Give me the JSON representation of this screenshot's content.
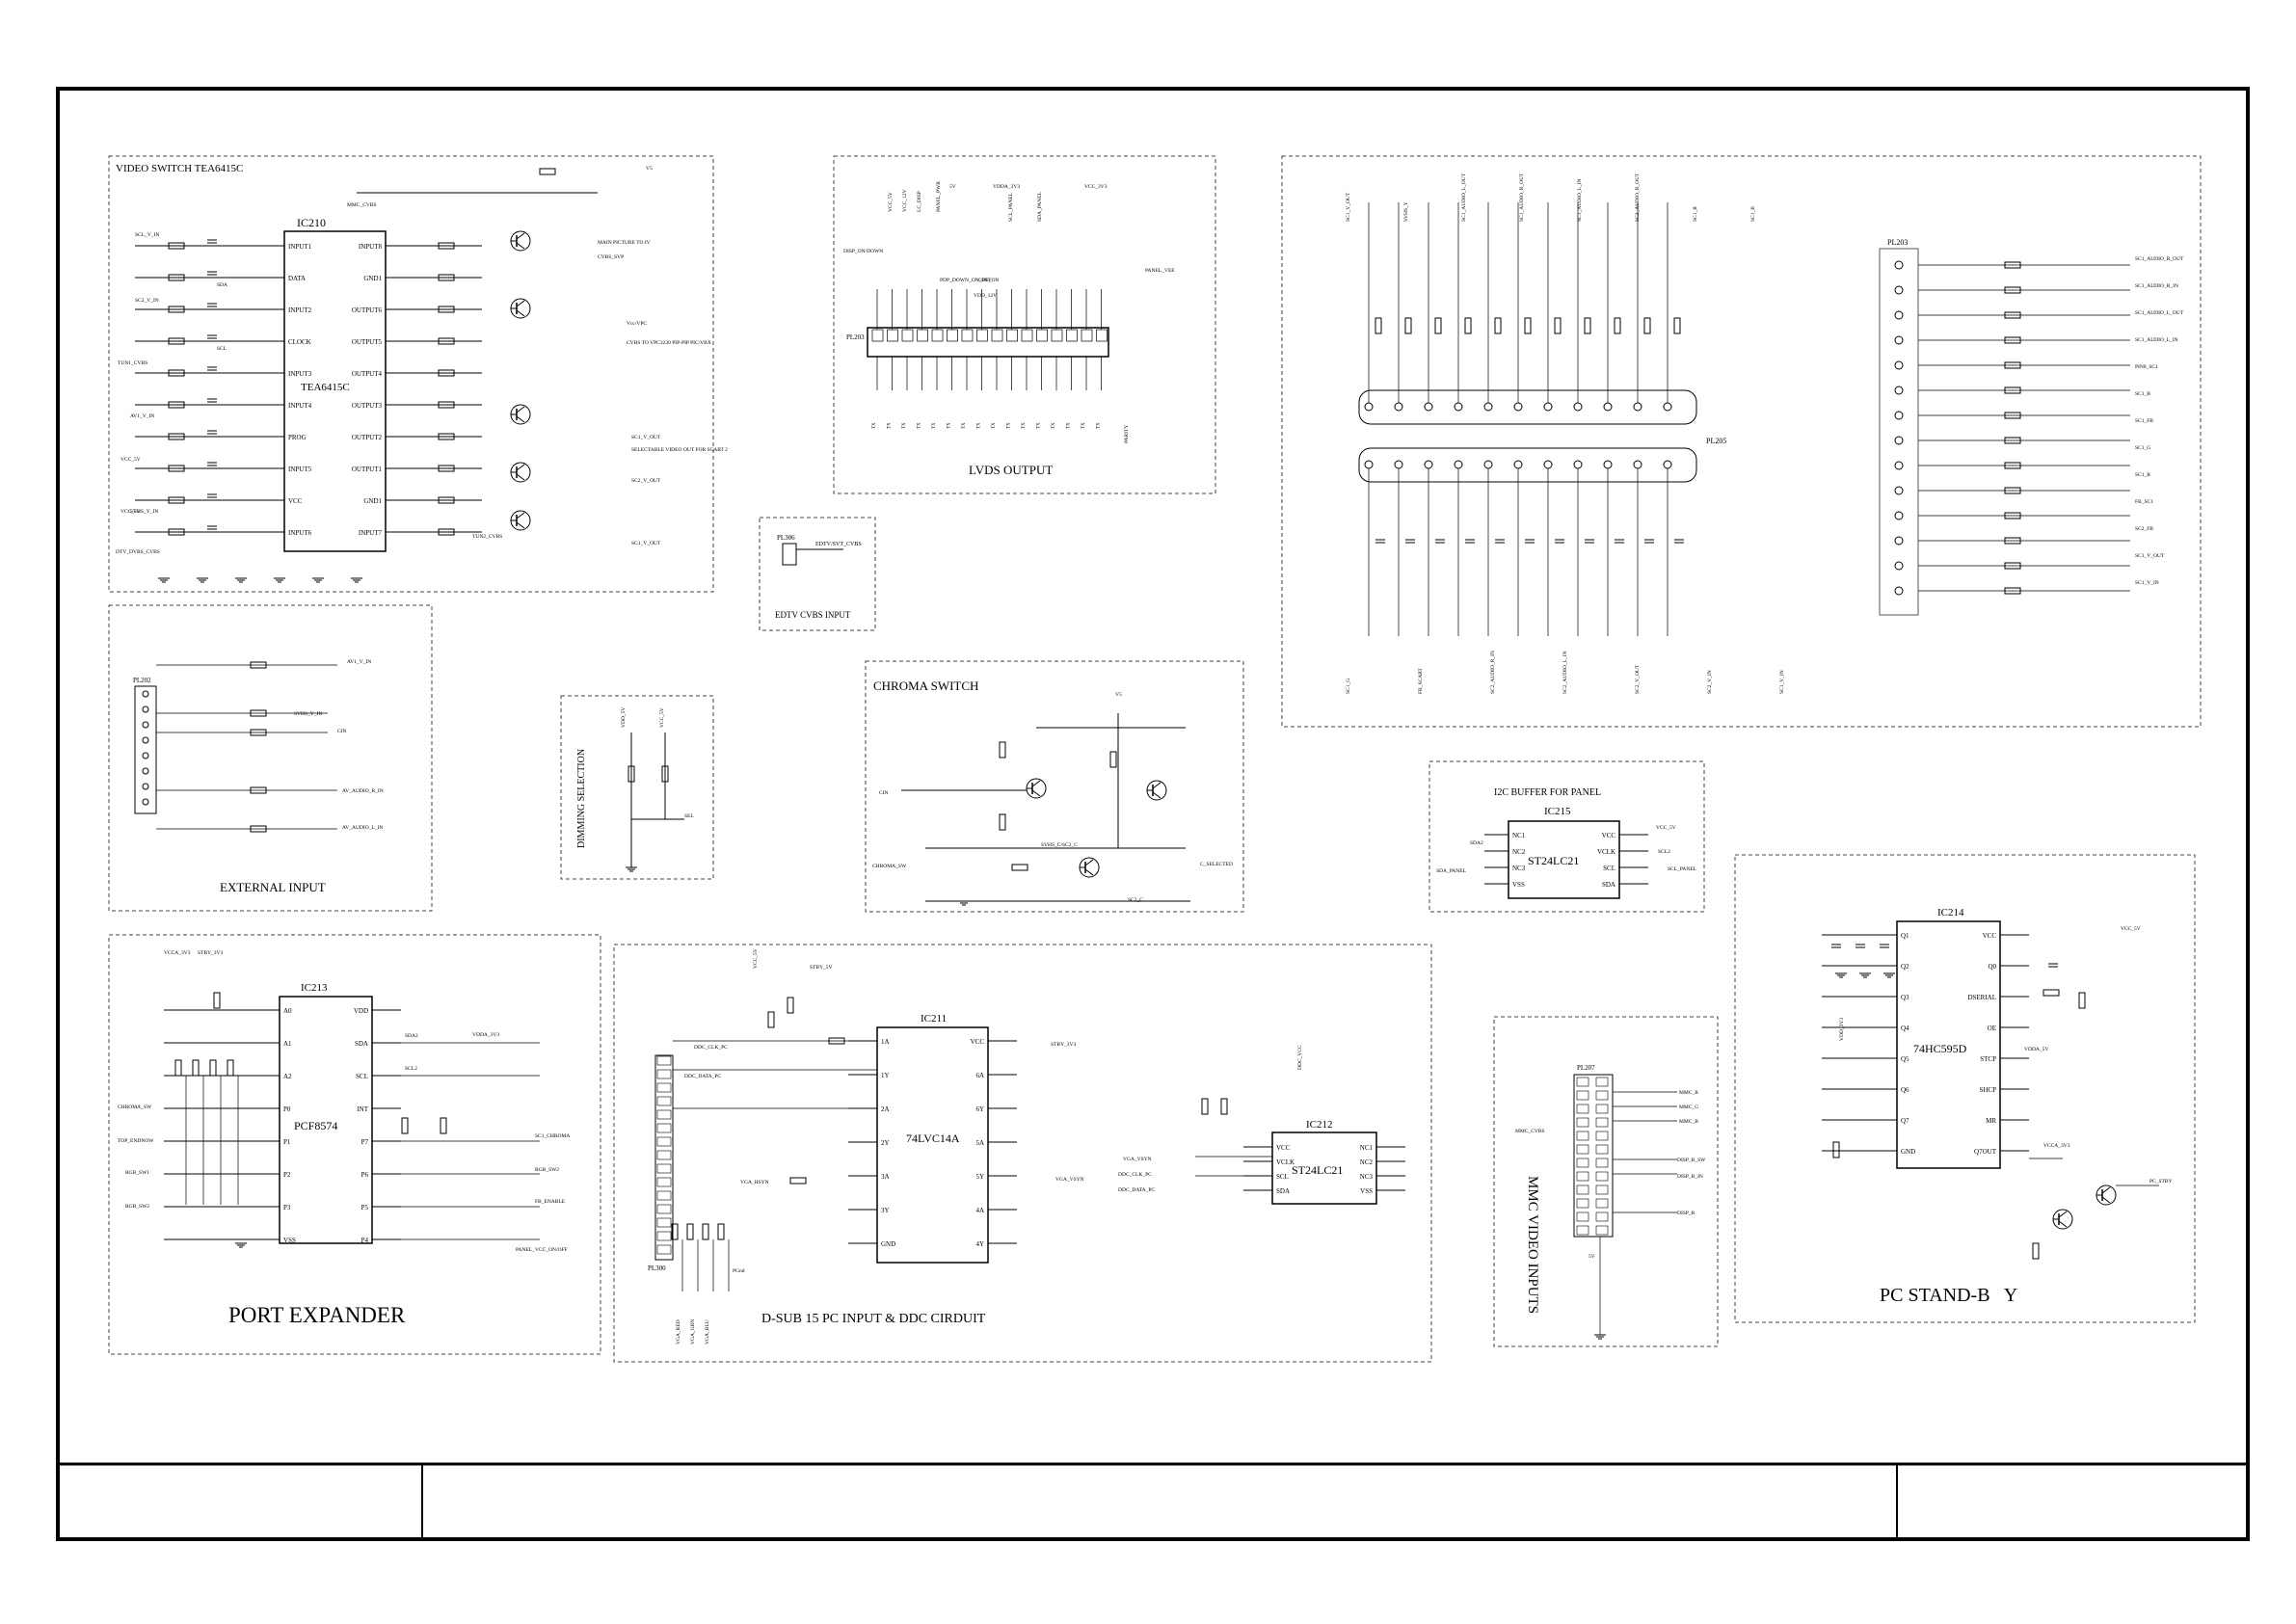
{
  "blocks": {
    "video_switch": {
      "title": "VIDEO SWITCH TEA6415C",
      "ic_ref": "IC210",
      "ic_part": "TEA6415C",
      "pins_left": [
        "INPUT1",
        "DATA",
        "INPUT2",
        "CLOCK",
        "INPUT3",
        "INPUT4",
        "PROG",
        "INPUT5",
        "VCC",
        "INPUT6"
      ],
      "pins_right": [
        "INPUT8",
        "GND1",
        "OUTPUT6",
        "OUTPUT5",
        "OUTPUT4",
        "OUTPUT3",
        "OUTPUT2",
        "OUTPUT1",
        "GND1",
        "INPUT7"
      ],
      "nets": [
        "MMC_CVBS",
        "SCL_V_IN",
        "SDA",
        "SC2_V_IN",
        "SCL",
        "TUN1_CVBS",
        "AV1_V_IN",
        "VCC_5V",
        "SVHS_Y_IN",
        "VCC_5V",
        "DTV_DVBS_CVBS",
        "MAIN PICTURE TO IV",
        "CVBS_SVP",
        "Vcc/VPC",
        "CVBS TO VPC3230 PIP-PIP PIC/VBX",
        "SC1_V_OUT",
        "SELECTABLE VIDEO OUT FOR SCART 2",
        "SC2_V_OUT",
        "TUN2_CVBS",
        "SC1_V_OUT",
        "V5"
      ]
    },
    "lvds": {
      "title": "LVDS OUTPUT",
      "ref": "PL203",
      "nets": [
        "DISP_ON/DOWN",
        "VCC_5V",
        "VCC_12V",
        "LC_DISP",
        "PANEL_PWR",
        "5V",
        "VDDA_3V3",
        "VCC_3V3",
        "SCL_PANEL",
        "SDA_PANEL",
        "PDP_DOWN_ON_OFF",
        "CPU_ON",
        "VDD_12V",
        "PANEL_VEE",
        "PARITY"
      ]
    },
    "edtv": {
      "title": "EDTV CVBS INPUT",
      "ref": "PL306",
      "net": "EDTV/SVT_CVBS"
    },
    "scart": {
      "ref_a": "PL205",
      "ref_b": "PL205",
      "nets": [
        "SC1_V_OUT",
        "SVHS_Y",
        "SC1_AUDIO_L_OUT",
        "SC1_AUDIO_R_OUT",
        "SC1_AUDIO_L_IN",
        "SC2_AUDIO_R_OUT",
        "SC1_R",
        "SC1_B",
        "SC1_G",
        "FB_SCART",
        "SC2_AUDIO_R_IN",
        "SC2_AUDIO_L_IN",
        "SC2_V_OUT",
        "SC2_V_IN",
        "SC1_V_IN"
      ]
    },
    "pc_right_conn": {
      "ref": "PL203",
      "nets": [
        "SC1_AUDIO_R_OUT",
        "SC1_AUDIO_R_IN",
        "SC1_AUDIO_L_OUT",
        "SC1_AUDIO_L_IN",
        "PIN8_SC1",
        "SC1_B",
        "SC1_FB",
        "SC1_G",
        "SC1_R",
        "FB_SC1",
        "SC2_FB",
        "SC1_V_OUT",
        "SC1_V_IN"
      ]
    },
    "external_input": {
      "title": "EXTERNAL INPUT",
      "ref": "PL202",
      "nets": [
        "AV1_V_IN",
        "SVHS_Y_IN",
        "CIN",
        "AV_AUDIO_R_IN",
        "AV_AUDIO_L_IN"
      ]
    },
    "dimming": {
      "title": "DIMMING SELECTION",
      "nets": [
        "VDD_5V",
        "VCC_5V",
        "SEL"
      ]
    },
    "chroma": {
      "title": "CHROMA SWITCH",
      "nets": [
        "V5",
        "CIN",
        "CHROMA_SW",
        "SVHS_C/SC2_C",
        "C_SELECTED",
        "SC2_C"
      ]
    },
    "i2c": {
      "title": "I2C BUFFER FOR PANEL",
      "ic_ref": "IC215",
      "ic_part": "ST24LC21",
      "pins_left": [
        "NC1",
        "NC2",
        "NC3",
        "VSS"
      ],
      "pins_right": [
        "VCC",
        "VCLK",
        "SCL",
        "SDA"
      ],
      "nets": [
        "SDA2",
        "SDA_PANEL",
        "VCC_5V",
        "SCL2",
        "SCL_PANEL"
      ]
    },
    "port_expander": {
      "title": "PORT EXPANDER",
      "ic_ref": "IC213",
      "ic_part": "PCF8574",
      "pins_left": [
        "A0",
        "A1",
        "A2",
        "P0",
        "P1",
        "P2",
        "P3",
        "VSS"
      ],
      "pins_right": [
        "VDD",
        "SDA",
        "SCL",
        "INT",
        "P7",
        "P6",
        "P5",
        "P4"
      ],
      "nets": [
        "VCCA_3V3",
        "STBY_3V3",
        "CHROMA_SW",
        "TOP_ENDNOW",
        "RGB_SW1",
        "RGB_SW2",
        "SDA2",
        "SCL2",
        "VDDA_3V3",
        "FB_ENABLE",
        "PANEL_VCC_ON/OFF",
        "SC1_CHROMA",
        "RGB_SW2"
      ]
    },
    "dsub": {
      "title": "D-SUB 15 PC INPUT & DDC CIRDUIT",
      "ref": "PL300",
      "ic1_ref": "IC211",
      "ic1_part": "74LVC14A",
      "ic1_pins_left": [
        "1A",
        "1Y",
        "2A",
        "2Y",
        "3A",
        "3Y",
        "GND"
      ],
      "ic1_pins_right": [
        "VCC",
        "6A",
        "6Y",
        "5A",
        "5Y",
        "4A",
        "4Y"
      ],
      "ic2_ref": "IC212",
      "ic2_part": "ST24LC21",
      "ic2_pins_left": [
        "VCC",
        "VCLK",
        "SCL",
        "SDA"
      ],
      "ic2_pins_right": [
        "NC1",
        "NC2",
        "NC3",
        "VSS"
      ],
      "nets": [
        "VCC_5V",
        "STBY_5V",
        "DDC_CLK_PC",
        "DDC_DATA_PC",
        "STBY_3V3",
        "VGA_HSYN",
        "VGA_VSYN",
        "VGA_RED",
        "VGA_GRN",
        "VGA_BLU",
        "PGnd",
        "DDC_VCC",
        "DDC_CLK_PC",
        "DDC_DATA_PC",
        "VGA_VSYN"
      ]
    },
    "mmc": {
      "title": "MMC VIDEO INPUTS",
      "ref": "PL207",
      "nets": [
        "MMC_R",
        "MMC_G",
        "MMC_B",
        "MMC_CVBS",
        "DISP_B_SW",
        "DISP_B_IN",
        "DISP_R",
        "5V"
      ]
    },
    "pc_standby": {
      "title": "PC STAND-B   Y",
      "ic_ref": "IC214",
      "ic_part": "74HC595D",
      "pins_left": [
        "Q1",
        "Q2",
        "Q3",
        "Q4",
        "Q5",
        "Q6",
        "Q7",
        "GND"
      ],
      "pins_right": [
        "VCC",
        "Q0",
        "DSERIAL",
        "OE",
        "STCP",
        "SHCP",
        "MR",
        "Q7OUT"
      ],
      "nets": [
        "VCC_5V",
        "VDDA_5V",
        "VCCA_3V3",
        "PC_STBY",
        "VDD_3V3"
      ]
    }
  },
  "title_block": {
    "cell_left": "",
    "cell_mid": "",
    "cell_right": ""
  }
}
